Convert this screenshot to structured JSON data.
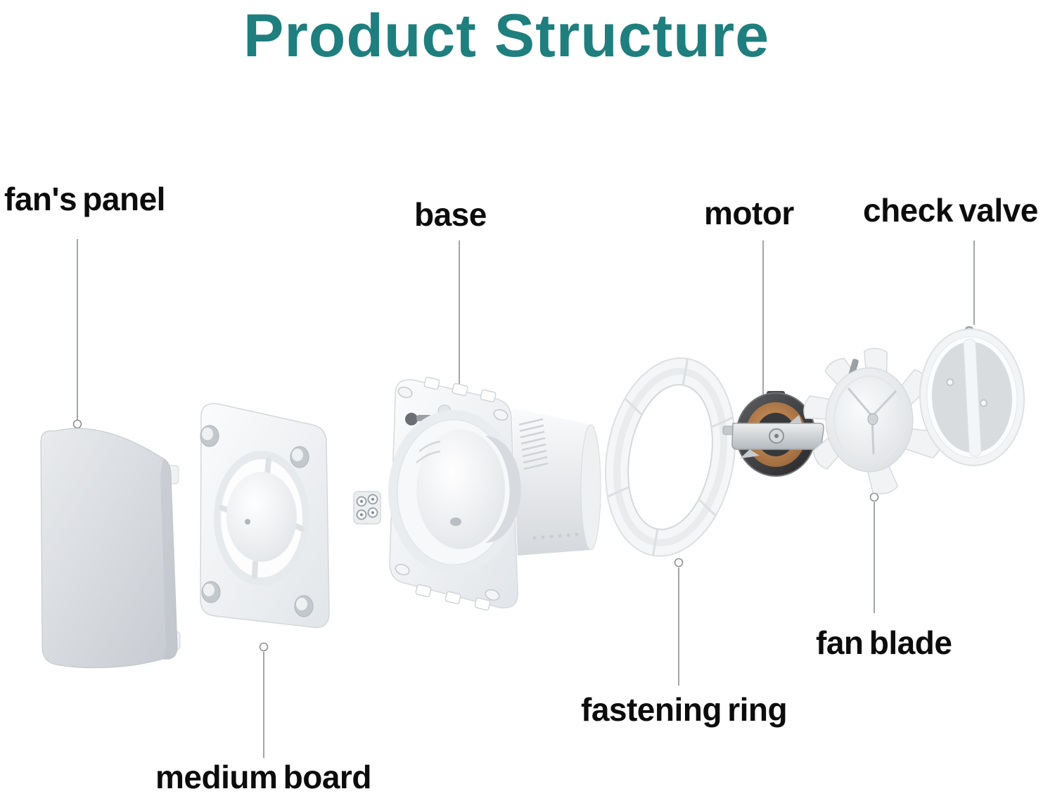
{
  "title": {
    "text": "Product Structure",
    "color": "#1e7f7e"
  },
  "parts": {
    "fans_panel": {
      "label": "fan's panel"
    },
    "medium_board": {
      "label": "medium board"
    },
    "base": {
      "label": "base"
    },
    "fastening_ring": {
      "label": "fastening ring"
    },
    "motor": {
      "label": "motor"
    },
    "fan_blade": {
      "label": "fan blade"
    },
    "check_valve": {
      "label": "check valve"
    }
  },
  "colors": {
    "accent_teal": "#1e7f7e",
    "label_text": "#0c0c0d",
    "leader_line": "#8c9093",
    "part_light": "#f5f6f8",
    "part_shadow": "#c7cbd0",
    "motor_dark": "#3a3a3c",
    "motor_copper": "#b87c48"
  }
}
